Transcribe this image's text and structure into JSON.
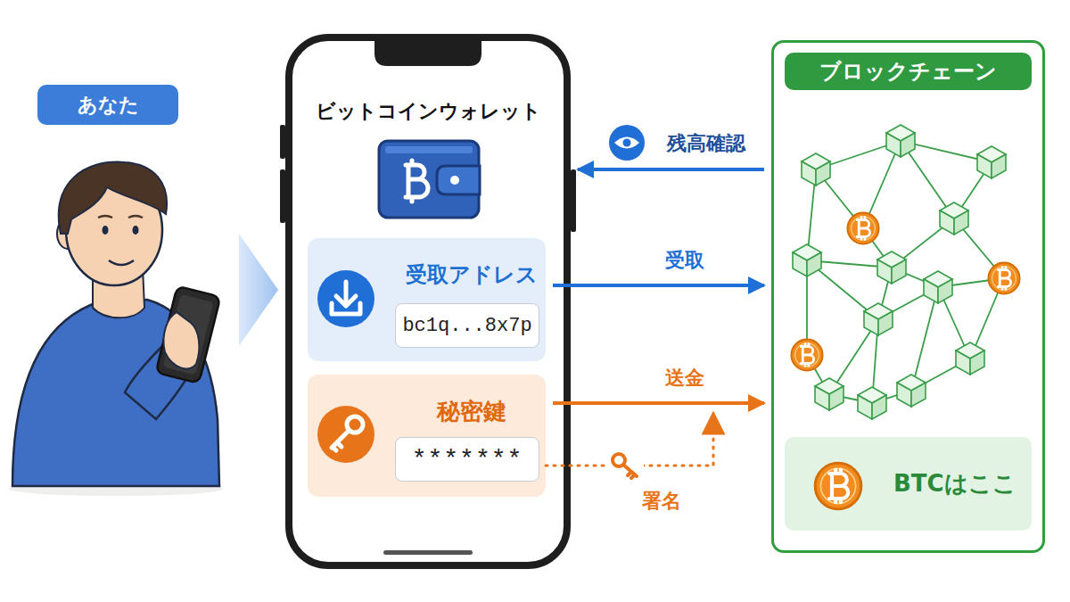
{
  "diagram": {
    "nodes": [
      {
        "text": [
          "あなた"
        ]
      },
      {
        "text": [
          "ビットコインウォレット"
        ]
      },
      {
        "text": [
          "受取アドレス"
        ],
        "in": 1
      },
      {
        "text": [
          "bc1q...8x7p"
        ],
        "in": 2
      },
      {
        "text": [
          "秘密鍵"
        ],
        "in": 1
      },
      {
        "text": [
          "*******"
        ],
        "in": 4
      },
      {
        "text": [
          "ブロックチェーン"
        ]
      },
      {
        "text": [
          "BTCはここ"
        ],
        "in": 6
      }
    ],
    "edges": [
      {
        "from": 6,
        "to": 1,
        "label": "残高確認",
        "arrow": "to"
      },
      {
        "from": 2,
        "to": 6,
        "label": "受取",
        "arrow": "to"
      },
      {
        "from": 4,
        "to": 6,
        "label": "送金",
        "arrow": "to"
      }
    ],
    "labels": [
      "署名"
    ]
  }
}
